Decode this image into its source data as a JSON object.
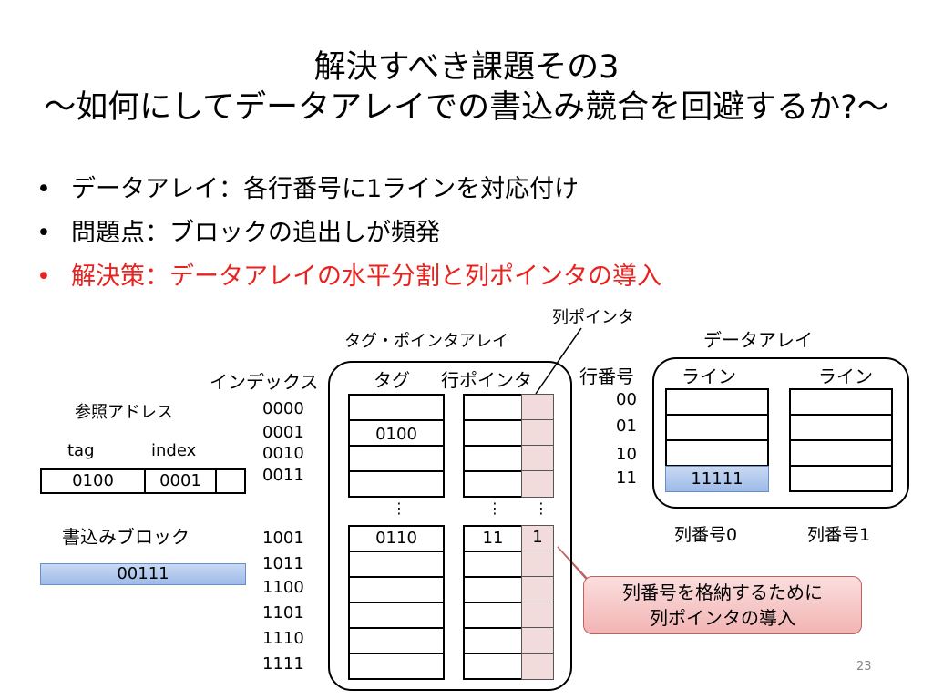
{
  "title": {
    "line1": "解決すべき課題その3",
    "line2": "～如何にしてデータアレイでの書込み競合を回避するか?～"
  },
  "bullets": [
    {
      "marker": "•",
      "text": "データアレイ：各行番号に1ラインを対応付け",
      "color": "#000000"
    },
    {
      "marker": "•",
      "text": "問題点：ブロックの追出しが頻発",
      "color": "#000000"
    },
    {
      "marker": "•",
      "text": "解決策：データアレイの水平分割と列ポインタの導入",
      "color": "#e8231f"
    }
  ],
  "diagram": {
    "ref_address": {
      "label": "参照アドレス",
      "tag_label": "tag",
      "index_label": "index",
      "tag_value": "0100",
      "index_value": "0001"
    },
    "write_block": {
      "label": "書込みブロック",
      "value": "00111"
    },
    "index_header": "インデックス",
    "indices_top": [
      "0000",
      "0001",
      "0010",
      "0011"
    ],
    "indices_bottom": [
      "1001",
      "1011",
      "1100",
      "1101",
      "1110",
      "1111"
    ],
    "tag_pointer_array": {
      "label": "タグ・ポインタアレイ",
      "tag_header": "タグ",
      "row_pointer_header": "行ポインタ",
      "column_pointer_label": "列ポインタ",
      "tag_row1_value": "0100",
      "tag_row_1001_value": "0110",
      "row_pointer_1001_value": "11",
      "column_pointer_1001_value": "1",
      "ellipsis": "⋮"
    },
    "data_array": {
      "label": "データアレイ",
      "row_number_header": "行番号",
      "row_numbers": [
        "00",
        "01",
        "10",
        "11"
      ],
      "line_header_0": "ライン",
      "line_header_1": "ライン",
      "stored_value": "11111",
      "column_number_0": "列番号0",
      "column_number_1": "列番号1"
    },
    "callout": {
      "line1": "列番号を格納するために",
      "line2": "列ポインタの導入"
    }
  },
  "page_number": "23",
  "colors": {
    "accent_red": "#e8231f",
    "column_pointer_fill": "#f2dcdb",
    "highlight_blue": "#9dbbe8",
    "callout_fill": "#f6c7c7"
  }
}
